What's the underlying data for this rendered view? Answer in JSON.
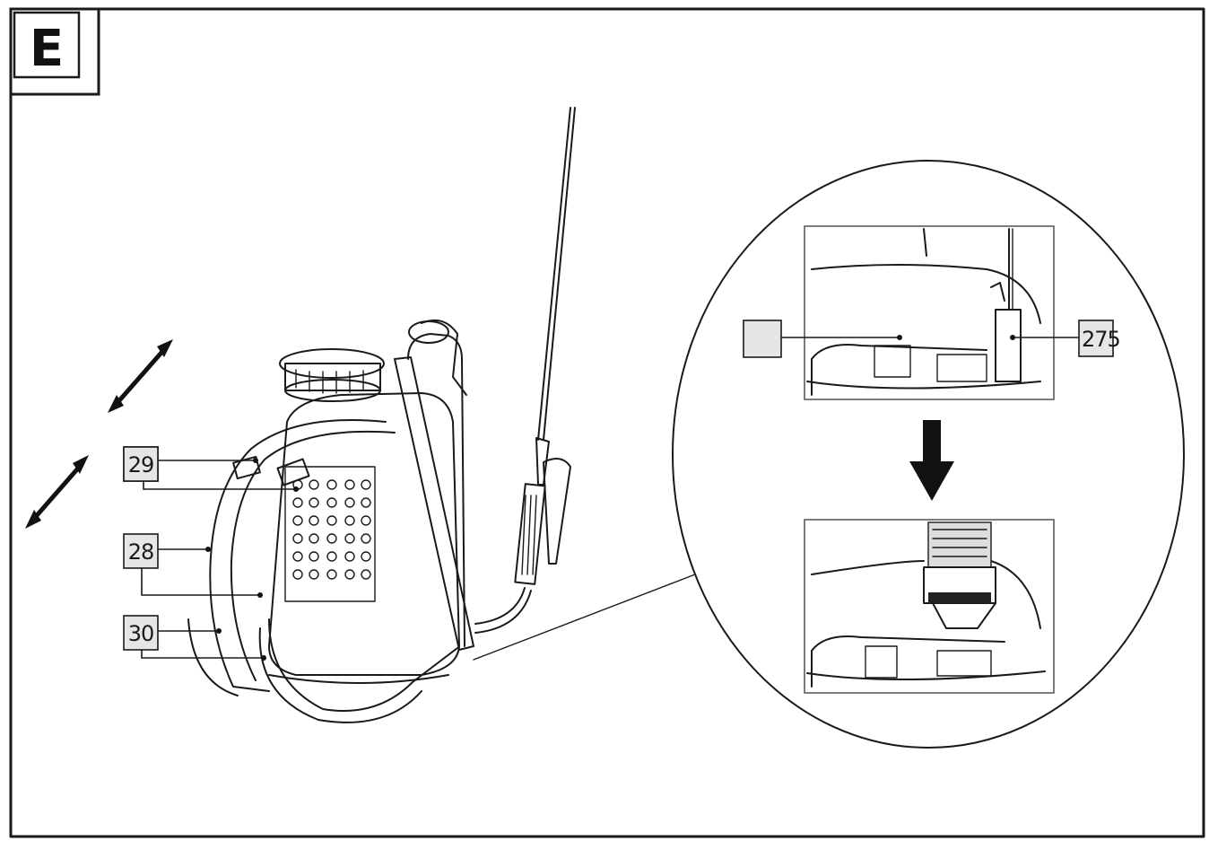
{
  "figure": {
    "section_letter": "E",
    "part_labels": [
      {
        "key": "strap_buckle",
        "text": "29"
      },
      {
        "key": "strap",
        "text": "28"
      },
      {
        "key": "strap_bottom",
        "text": "30"
      },
      {
        "key": "detail_left",
        "text": ""
      },
      {
        "key": "detail_right",
        "text": "275"
      }
    ]
  },
  "icons": {
    "adjust_arrows": "double-arrow-icon",
    "step_arrow": "down-arrow-icon"
  }
}
